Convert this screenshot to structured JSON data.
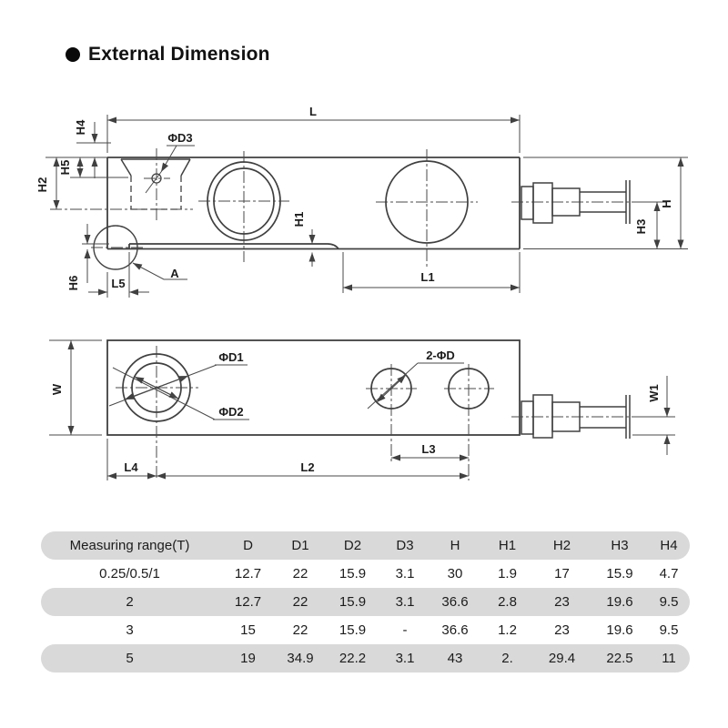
{
  "title": {
    "bullet_icon": "circle-bullet",
    "text": "External Dimension"
  },
  "drawing": {
    "labels": {
      "L": "L",
      "phiD3": "ΦD3",
      "H4": "H4",
      "H5": "H5",
      "H2": "H2",
      "H6": "H6",
      "L5": "L5",
      "A": "A",
      "H1": "H1",
      "L1": "L1",
      "H": "H",
      "H3": "H3",
      "W": "W",
      "phiD1": "ΦD1",
      "phiD2": "ΦD2",
      "twoPhiD": "2-ΦD",
      "W1": "W1",
      "L3": "L3",
      "L4": "L4",
      "L2": "L2"
    }
  },
  "table": {
    "columns": [
      "Measuring range(T)",
      "D",
      "D1",
      "D2",
      "D3",
      "H",
      "H1",
      "H2",
      "H3",
      "H4"
    ],
    "rows": [
      [
        "0.25/0.5/1",
        "12.7",
        "22",
        "15.9",
        "3.1",
        "30",
        "1.9",
        "17",
        "15.9",
        "4.7"
      ],
      [
        "2",
        "12.7",
        "22",
        "15.9",
        "3.1",
        "36.6",
        "2.8",
        "23",
        "19.6",
        "9.5"
      ],
      [
        "3",
        "15",
        "22",
        "15.9",
        "-",
        "36.6",
        "1.2",
        "23",
        "19.6",
        "9.5"
      ],
      [
        "5",
        "19",
        "34.9",
        "22.2",
        "3.1",
        "43",
        "2.",
        "29.4",
        "22.5",
        "11"
      ]
    ]
  },
  "colors": {
    "stripe": "#d9d9d9",
    "line": "#404040",
    "text": "#1c1c1c"
  }
}
